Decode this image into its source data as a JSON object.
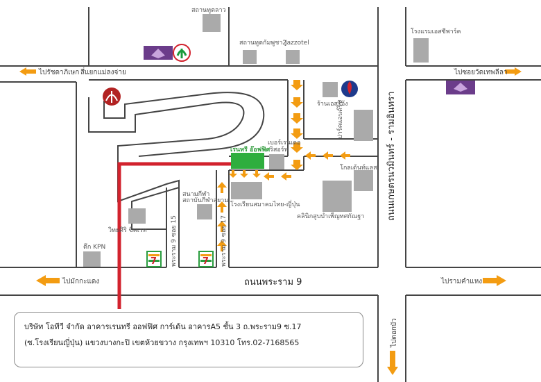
{
  "colors": {
    "road_line": "#444444",
    "block": "#aaaaaa",
    "route": "#d2222d",
    "arrow": "#f39c12",
    "office": "#2fae3e",
    "purple_logo": "#6b3c8a",
    "kbank_green": "#1a9b3c"
  },
  "labels": {
    "building_top": "สถานทูตลาว",
    "embassy2": "สถานทูตกัมพูชา2",
    "jazzotel": "Jazzotel",
    "sales_office": "โรงแรมเอสซีพาร์ค",
    "restaurant": "ร้านเอสโอ้ง",
    "apartment": "ปาร์คแอนด์ริช",
    "residence": "เบอร์เรนเดอ\nริสอร์ท",
    "office": "เรนทรี อ๊อฟฟิศ",
    "club": "โกลเด้นท์แลส",
    "thai_japan_school": "โรงเรียนสมาคมไทย-ญี่ปุ่น",
    "stadium": "สนามกีฬา\nสถาบันกีฬาสยาม",
    "clinic": "คลินิกสูบบำเพ็ญทศกัณฐา",
    "wittayasiri": "วิทยศิริ ซิคเรท",
    "kpn": "ตึก KPN",
    "soi15": "พระราม 9 ซอย 15",
    "soi17": "พระราม 9 ซอย 17"
  },
  "roads": {
    "main_road": "ถนนพระราม 9",
    "vertical_road": "ถนนเกษตรนวมินทร์ - รามอินทรา"
  },
  "directions": {
    "top_left": "ไปรัชดาภิเษก",
    "top_left_sub": "สี่แยกแม่ลงจ่าย",
    "top_right": "ไปซอยวัดเทพลีลา",
    "mid_left": "ไปมักกะแดง",
    "mid_right": "ไปรามคำแหง",
    "bottom_right": "ไปดอกบัว"
  },
  "address": {
    "line1": "บริษัท โอทีวี จำกัด อาคารเรนทรี ออฟฟิศ การ์เด้น อาคารA5 ชั้น 3 ถ.พระราม9 ซ.17",
    "line2": "(ซ.โรงเรียนญี่ปุ่น) แขวงบางกะปิ เขตห้วยขวาง กรุงเทพฯ 10310 โทร.02-7168565"
  },
  "icons": {
    "seven_eleven": "7-eleven-logo",
    "ptt": "ptt-station-logo",
    "scb": "scb-bank-logo",
    "kbank": "kbank-logo",
    "red_emblem": "red-leaf-emblem"
  }
}
